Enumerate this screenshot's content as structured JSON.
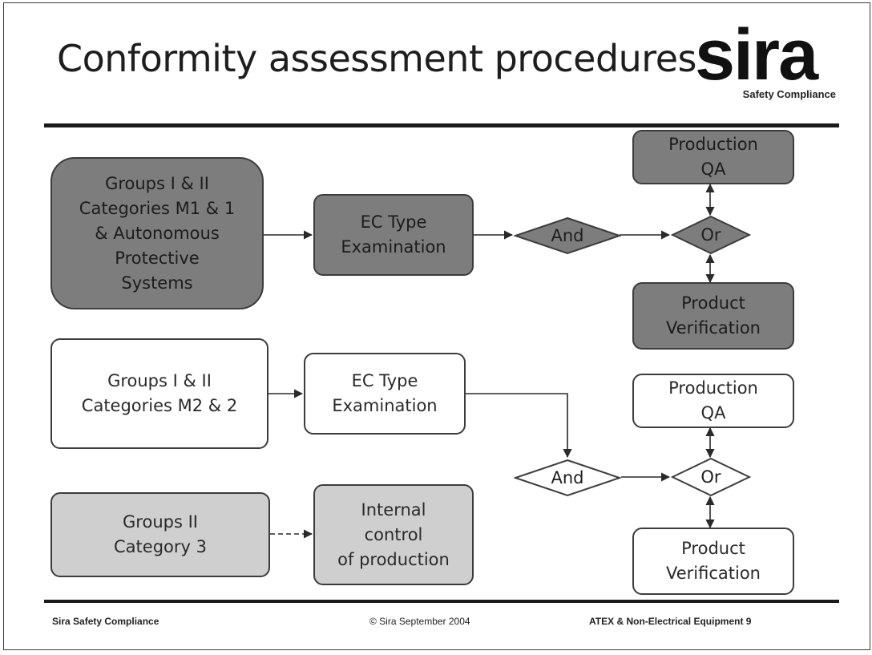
{
  "header": {
    "title": "Conformity assessment procedures",
    "logo_word": "sira",
    "logo_tagline": "Safety Compliance"
  },
  "row1": {
    "group": [
      "Groups I & II",
      "Categories M1 & 1",
      "& Autonomous",
      "Protective",
      "Systems"
    ],
    "exam": [
      "EC Type",
      "Examination"
    ],
    "and": "And",
    "or": "Or",
    "qa": [
      "Production",
      "QA"
    ],
    "verification": [
      "Product",
      "Verification"
    ]
  },
  "row2": {
    "group": [
      "Groups I & II",
      "Categories M2 & 2"
    ],
    "exam": [
      "EC Type",
      "Examination"
    ],
    "and": "And",
    "or": "Or",
    "qa": [
      "Production",
      "QA"
    ],
    "verification": [
      "Product",
      "Verification"
    ]
  },
  "row3": {
    "group": [
      "Groups II",
      "Category 3"
    ],
    "control": [
      "Internal",
      "control",
      "of production"
    ]
  },
  "footer": {
    "left": "Sira Safety Compliance",
    "center": "© Sira September 2004",
    "right": "ATEX & Non-Electrical Equipment 9"
  },
  "colors": {
    "dark_fill": "#7d7d7d",
    "light_fill": "#cfcfcf",
    "white_fill": "#ffffff",
    "outline": "#3c3c3c"
  }
}
